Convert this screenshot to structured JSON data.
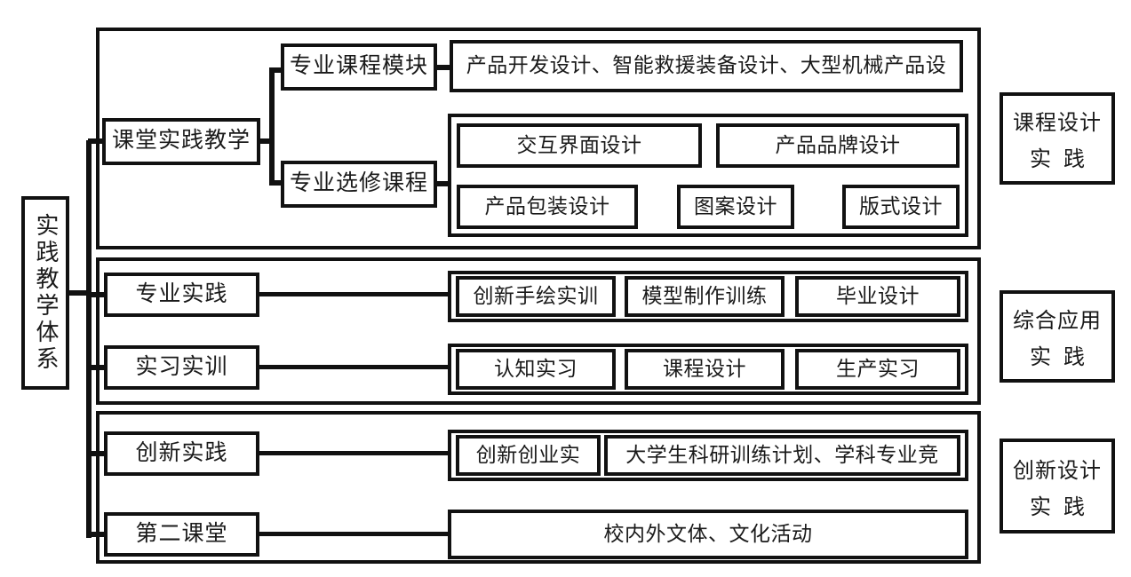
{
  "diagram": {
    "title_root": "实践教学体系",
    "branches": [
      {
        "id": "classroom",
        "label": "课堂实践教学",
        "children": [
          {
            "id": "major-course-module",
            "label": "专业课程模块",
            "items": [
              "产品开发设计、智能救援装备设计、大型机械产品设"
            ]
          },
          {
            "id": "major-elective-course",
            "label": "专业选修课程",
            "items": [
              "交互界面设计",
              "产品品牌设计",
              "产品包装设计",
              "图案设计",
              "版式设计"
            ]
          }
        ]
      },
      {
        "id": "major-practice",
        "label": "专业实践",
        "items": [
          "创新手绘实训",
          "模型制作训练",
          "毕业设计"
        ]
      },
      {
        "id": "internship-training",
        "label": "实习实训",
        "items": [
          "认知实习",
          "课程设计",
          "生产实习"
        ]
      },
      {
        "id": "innovation-practice",
        "label": "创新实践",
        "items": [
          "创新创业实",
          "大学生科研训练计划、学科专业竞"
        ]
      },
      {
        "id": "second-classroom",
        "label": "第二课堂",
        "items": [
          "校内外文体、文化活动"
        ]
      }
    ],
    "categories": [
      {
        "id": "course-design-practice",
        "line1": "课程设计",
        "line2": "实践"
      },
      {
        "id": "comprehensive-application-practice",
        "line1": "综合应用",
        "line2": "实践"
      },
      {
        "id": "innovative-design-practice",
        "line1": "创新设计",
        "line2": "实践"
      }
    ],
    "colors": {
      "stroke": "#111111",
      "background": "#ffffff",
      "text": "#1a1a1a"
    }
  }
}
